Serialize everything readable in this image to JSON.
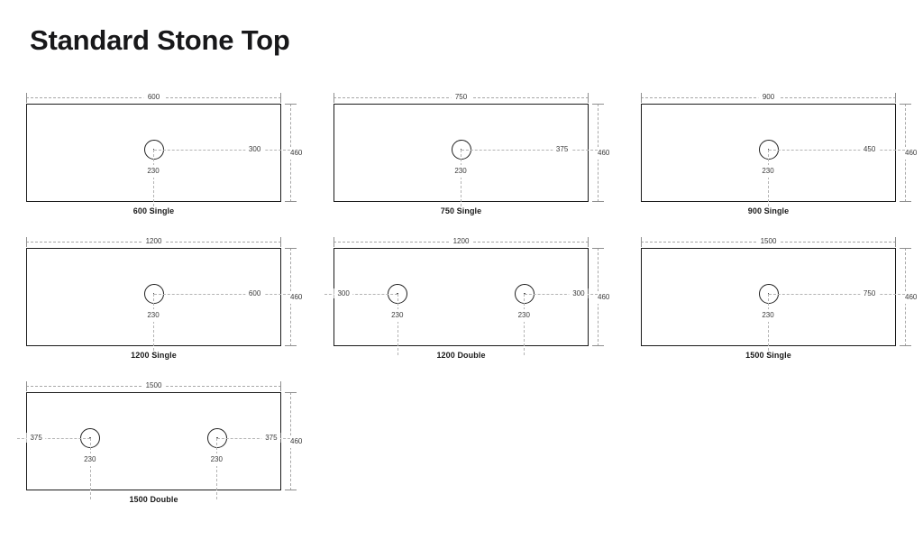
{
  "page": {
    "title": "Standard Stone Top"
  },
  "diagrams": [
    {
      "caption": "600 Single",
      "width_dim": "600",
      "height_dim": "460",
      "holes": [
        {
          "h_dim": "300",
          "v_dim": "230",
          "h_side": "right",
          "center_pct": 50
        }
      ]
    },
    {
      "caption": "750 Single",
      "width_dim": "750",
      "height_dim": "460",
      "holes": [
        {
          "h_dim": "375",
          "v_dim": "230",
          "h_side": "right",
          "center_pct": 50
        }
      ]
    },
    {
      "caption": "900 Single",
      "width_dim": "900",
      "height_dim": "460",
      "holes": [
        {
          "h_dim": "450",
          "v_dim": "230",
          "h_side": "right",
          "center_pct": 50
        }
      ]
    },
    {
      "caption": "1200 Single",
      "width_dim": "1200",
      "height_dim": "460",
      "holes": [
        {
          "h_dim": "600",
          "v_dim": "230",
          "h_side": "right",
          "center_pct": 50
        }
      ]
    },
    {
      "caption": "1200 Double",
      "width_dim": "1200",
      "height_dim": "460",
      "holes": [
        {
          "h_dim": "300",
          "v_dim": "230",
          "h_side": "left",
          "center_pct": 25
        },
        {
          "h_dim": "300",
          "v_dim": "230",
          "h_side": "right",
          "center_pct": 75
        }
      ]
    },
    {
      "caption": "1500 Single",
      "width_dim": "1500",
      "height_dim": "460",
      "holes": [
        {
          "h_dim": "750",
          "v_dim": "230",
          "h_side": "right",
          "center_pct": 50
        }
      ]
    },
    {
      "caption": "1500 Double",
      "width_dim": "1500",
      "height_dim": "460",
      "holes": [
        {
          "h_dim": "375",
          "v_dim": "230",
          "h_side": "left",
          "center_pct": 25
        },
        {
          "h_dim": "375",
          "v_dim": "230",
          "h_side": "right",
          "center_pct": 75
        }
      ]
    }
  ]
}
